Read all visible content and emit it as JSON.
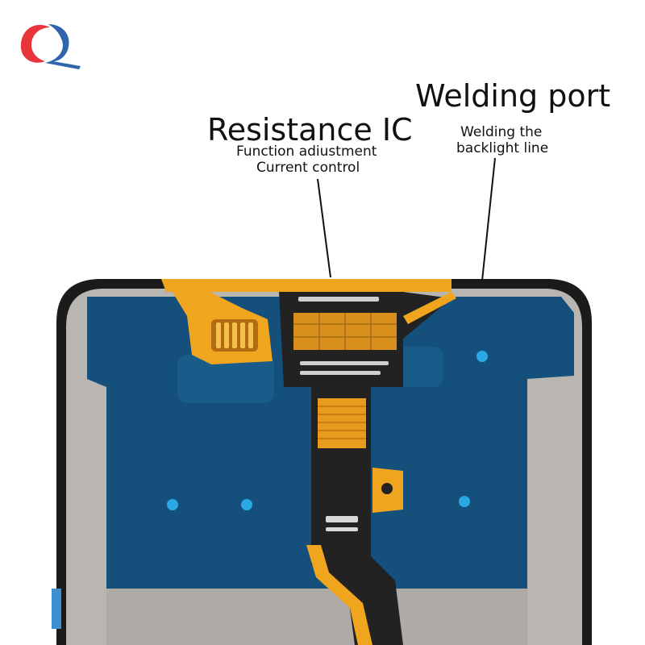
{
  "annotations": {
    "resistance_ic": {
      "title": "Resistance IC",
      "line1": "Function adiustment",
      "line2": "Current control"
    },
    "welding_port": {
      "title": "Welding port",
      "line1": "Welding the",
      "line2": "backlight line"
    }
  },
  "colors": {
    "logo_red": "#e8343b",
    "logo_blue": "#2f64ad",
    "panel_blue": "#15507d",
    "panel_gray": "#b9b6b1",
    "frame_black": "#1b1b1b",
    "flex_orange": "#f0a51e",
    "flex_black": "#222222",
    "dot_cyan": "#29a9e4"
  },
  "icons": {
    "logo": "ql-logo-icon"
  }
}
